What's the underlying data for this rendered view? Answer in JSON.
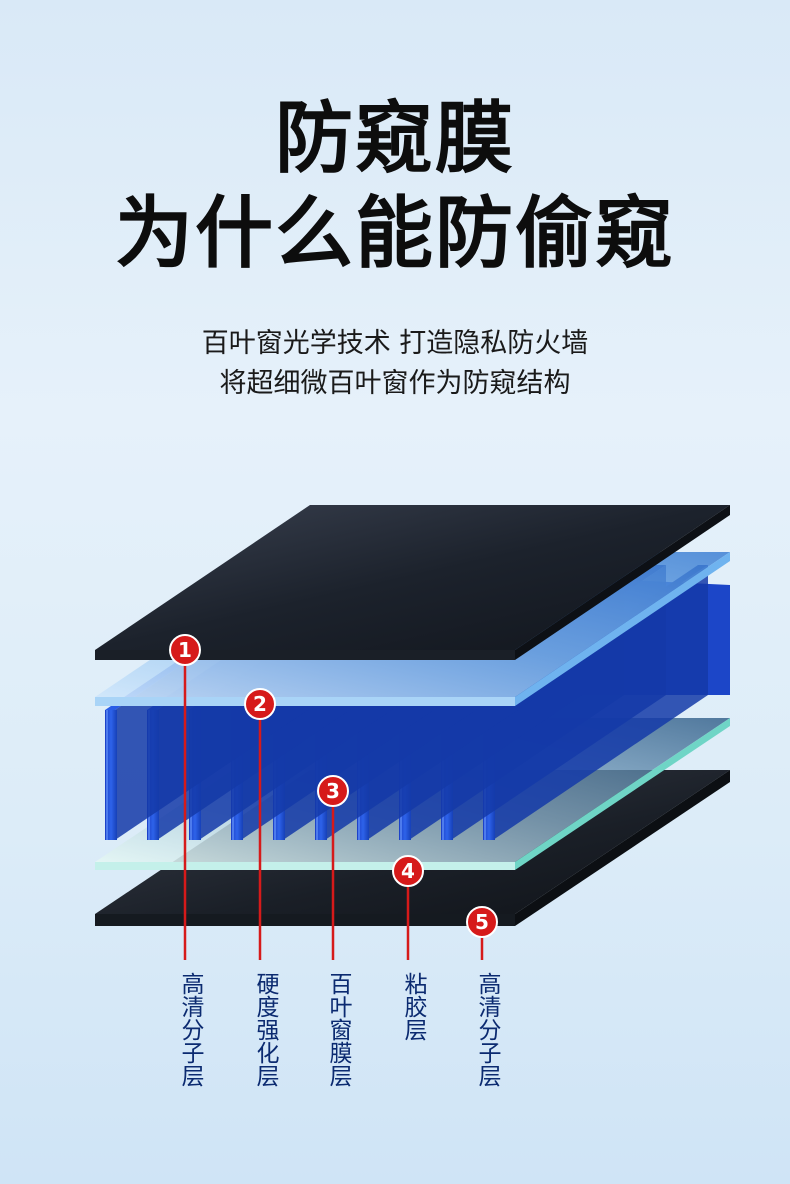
{
  "title": {
    "line1": "防窥膜",
    "line2": "为什么能防偷窥"
  },
  "subtitle": {
    "line1": "百叶窗光学技术 打造隐私防火墙",
    "line2": "将超细微百叶窗作为防窥结构"
  },
  "layers": [
    {
      "number": "1",
      "label": "高清分子层"
    },
    {
      "number": "2",
      "label": "硬度强化层"
    },
    {
      "number": "3",
      "label": "百叶窗膜层"
    },
    {
      "number": "4",
      "label": "粘胶层"
    },
    {
      "number": "5",
      "label": "高清分子层"
    }
  ],
  "colors": {
    "dark_layer": "#1f2530",
    "hard_layer": "#8ec7ee",
    "louver": "#1f4fd6",
    "adhesive": "#7fd8d2",
    "marker": "#d61a1a",
    "label": "#0b2a70"
  }
}
